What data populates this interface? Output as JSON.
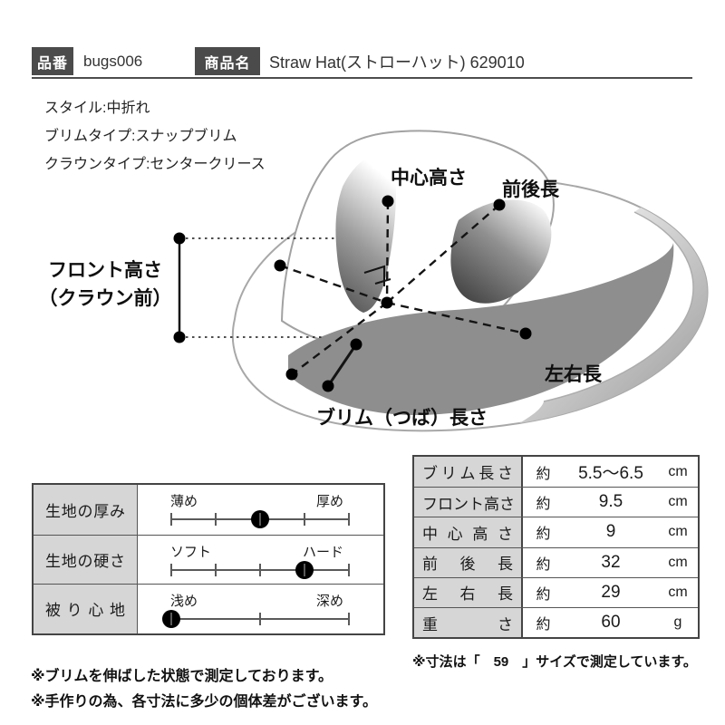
{
  "header": {
    "item_no_label": "品番",
    "item_no_value": "bugs006",
    "product_label": "商品名",
    "product_value": "Straw Hat(ストローハット) 629010"
  },
  "specs": {
    "style": "スタイル:中折れ",
    "brim_type": "ブリムタイプ:スナップブリム",
    "crown_type": "クラウンタイプ:センタークリース"
  },
  "diagram": {
    "labels": {
      "center_height": "中心高さ",
      "front_back_length": "前後長",
      "front_height_line1": "フロント高さ",
      "front_height_line2": "（クラウン前）",
      "left_right_length": "左右長",
      "brim_length": "ブリム（つば）長さ"
    }
  },
  "feature_table": {
    "rows": [
      {
        "label": "生地の厚み",
        "left_label": "薄め",
        "right_label": "厚め",
        "value_pct": 50,
        "ticks": [
          0,
          25,
          50,
          75,
          100
        ]
      },
      {
        "label": "生地の硬さ",
        "left_label": "ソフト",
        "right_label": "ハード",
        "value_pct": 75,
        "ticks": [
          0,
          25,
          50,
          75,
          100
        ]
      },
      {
        "label": "被り心地",
        "left_label": "浅め",
        "right_label": "深め",
        "value_pct": 0,
        "ticks": [
          0,
          50,
          100
        ]
      }
    ]
  },
  "size_table": {
    "rows": [
      {
        "label": "ブリム長さ",
        "prefix": "約",
        "value": "5.5～6.5",
        "unit": "cm"
      },
      {
        "label": "フロント高さ",
        "prefix": "約",
        "value": "9.5",
        "unit": "cm"
      },
      {
        "label": "中心高さ",
        "prefix": "約",
        "value": "9",
        "unit": "cm"
      },
      {
        "label": "前後長",
        "prefix": "約",
        "value": "32",
        "unit": "cm"
      },
      {
        "label": "左右長",
        "prefix": "約",
        "value": "29",
        "unit": "cm"
      },
      {
        "label": "重さ",
        "prefix": "約",
        "value": "60",
        "unit": "g"
      }
    ]
  },
  "notes": {
    "note1": "※ブリムを伸ばした状態で測定しております。",
    "note2": "※手作りの為、各寸法に多少の個体差がございます。",
    "note3": "※寸法は「　59　」サイズで測定しています。"
  },
  "colors": {
    "tag_bg": "#4b4b4b",
    "label_cell_bg": "#d6d6d6",
    "table_border": "#444444",
    "hat_band_gray": "#8e8e8e"
  }
}
